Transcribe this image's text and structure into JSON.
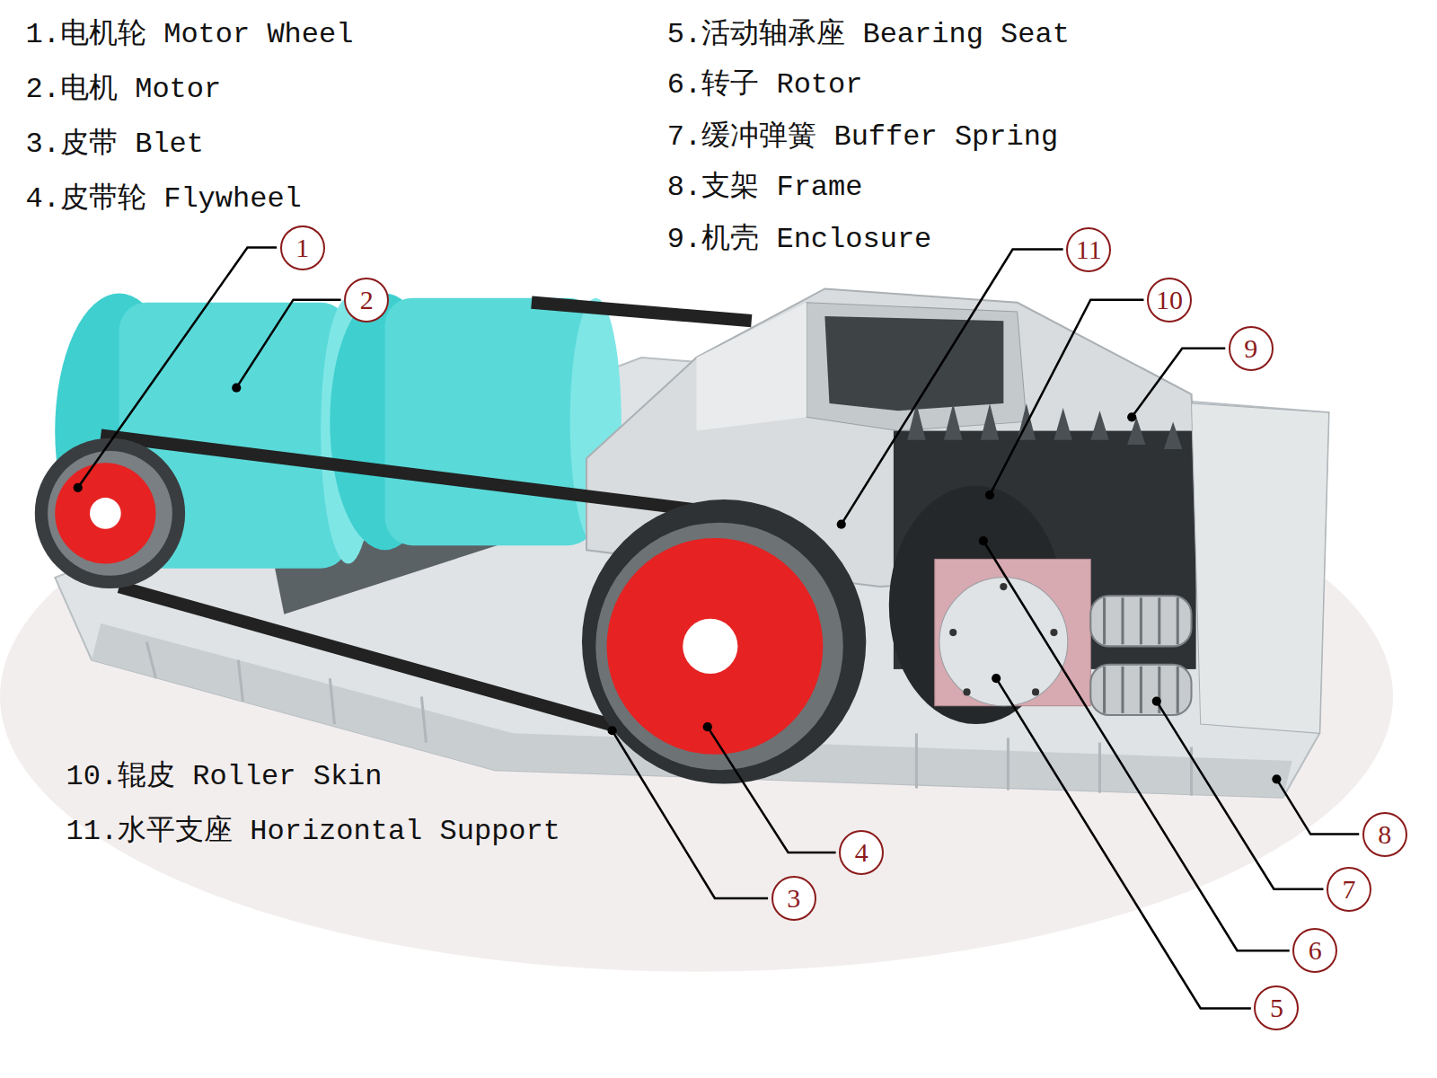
{
  "diagram": {
    "labels": [
      "1.电机轮 Motor Wheel",
      "2.电机 Motor",
      "3.皮带 Blet",
      "4.皮带轮 Flywheel",
      "5.活动轴承座 Bearing Seat",
      "6.转子 Rotor",
      "7.缓冲弹簧 Buffer Spring",
      "8.支架 Frame",
      "9.机壳 Enclosure",
      "1",
      "2",
      "11",
      "10",
      "9",
      "10.辊皮 Roller Skin",
      "11.水平支座 Horizontal Support",
      "4",
      "3",
      "8",
      "7",
      "6",
      "5"
    ]
  }
}
